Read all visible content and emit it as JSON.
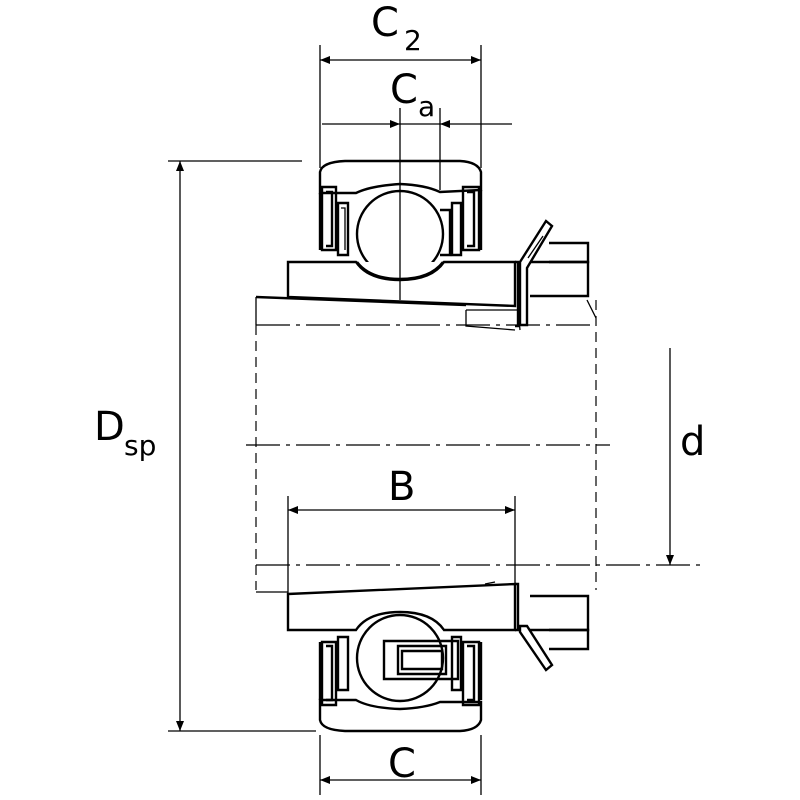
{
  "labels": {
    "c2_main": "C",
    "c2_sub": "2",
    "ca_main": "C",
    "ca_sub": "a",
    "dsp_main": "D",
    "dsp_sub": "sp",
    "d": "d",
    "b": "B",
    "c": "C"
  }
}
